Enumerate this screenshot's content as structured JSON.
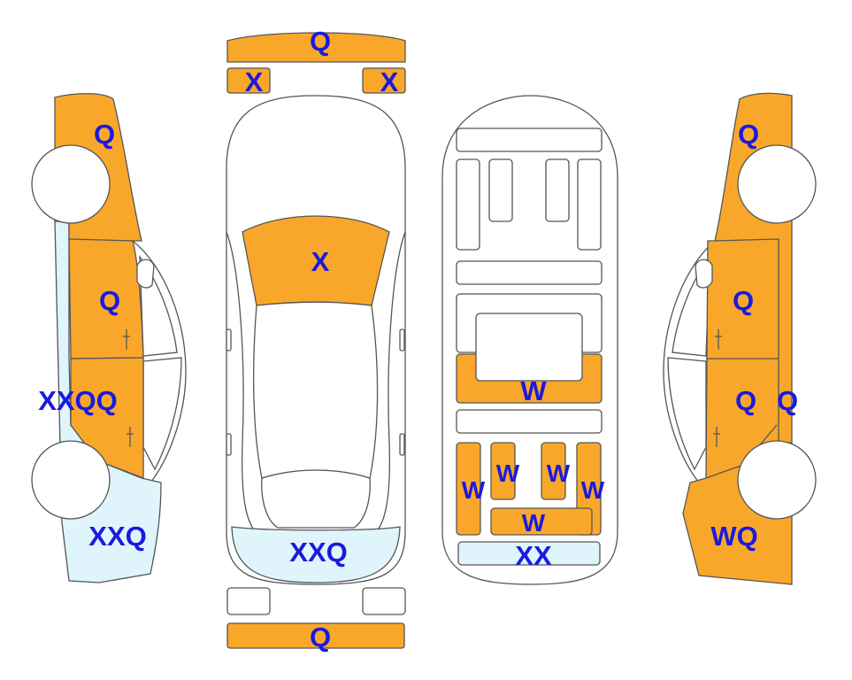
{
  "diagram": {
    "colors": {
      "painted": "#f9a72b",
      "replaced": "#dff4fb",
      "code_text": "#1a1adf",
      "outline": "#555555"
    },
    "codes": {
      "front_bumper": "Q",
      "front_left_lamp": "X",
      "front_right_lamp": "X",
      "hood": "X",
      "rear_bumper_top": "XXQ",
      "rear_bumper": "Q",
      "left_front_fender": "Q",
      "left_front_door": "Q",
      "left_rocker": "XXQQ",
      "left_rear_quarter": "XXQ",
      "right_front_fender": "Q",
      "right_front_door": "Q",
      "right_rear_door": "Q",
      "right_rocker": "Q",
      "right_rear_quarter": "WQ",
      "floor_center_panel": "W",
      "floor_left_outer": "W",
      "floor_left_inner": "W",
      "floor_right_inner": "W",
      "floor_right_outer": "W",
      "floor_rear_center": "W",
      "floor_rear_panel": "XX"
    }
  }
}
